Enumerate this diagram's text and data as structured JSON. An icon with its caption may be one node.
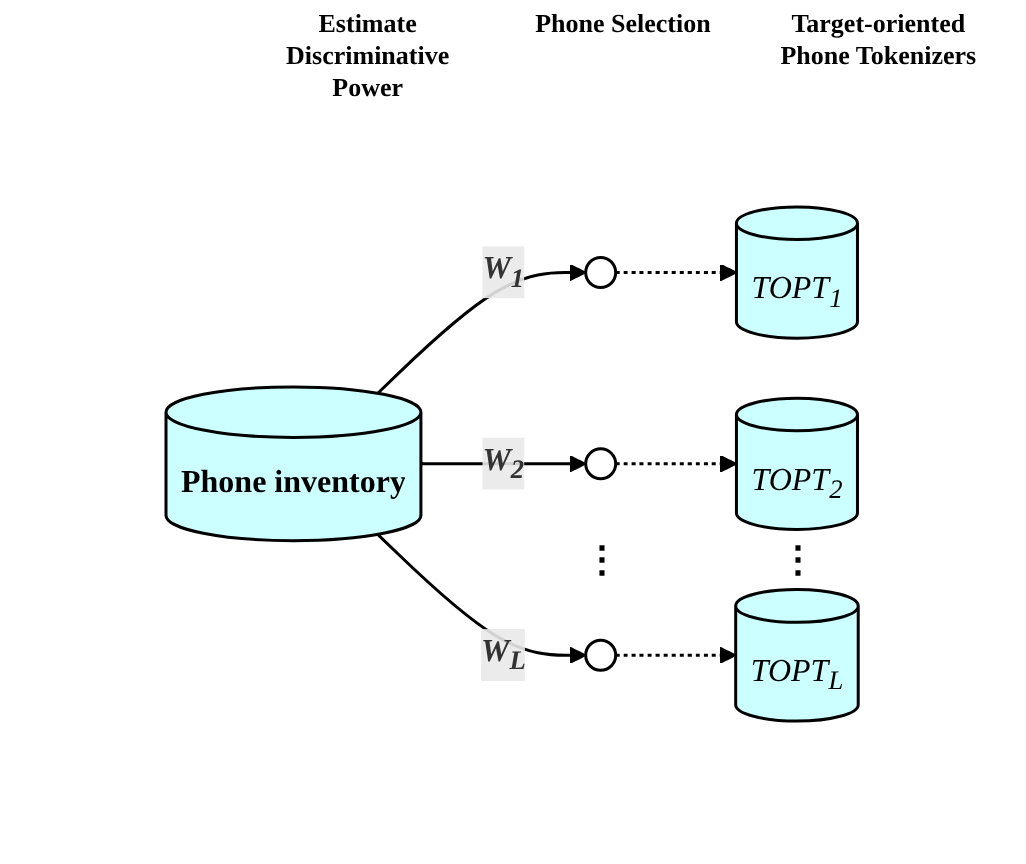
{
  "diagram": {
    "nodes": [
      {
        "text": [
          "Phone inventory"
        ]
      },
      {
        "text": [],
        "shape": "circle"
      },
      {
        "text": [
          "TOPT$_{1}$"
        ]
      },
      {
        "text": [],
        "shape": "circle"
      },
      {
        "text": [
          "TOPT$_{2}$"
        ]
      },
      {
        "text": [],
        "shape": "circle"
      },
      {
        "text": [
          "TOPT$_{L}$"
        ]
      }
    ],
    "edges": [
      {
        "from": 0,
        "to": 1,
        "arrow": "to",
        "label": "W$_{1}$"
      },
      {
        "from": 0,
        "to": 3,
        "arrow": "to",
        "label": "W$_{2}$"
      },
      {
        "from": 0,
        "to": 5,
        "arrow": "to",
        "label": "W$_{L}$"
      },
      {
        "from": 1,
        "to": 2,
        "arrow": "to",
        "style": "dashed"
      },
      {
        "from": 3,
        "to": 4,
        "arrow": "to",
        "style": "dashed"
      },
      {
        "from": 5,
        "to": 6,
        "arrow": "to",
        "style": "dashed"
      }
    ],
    "labels": [
      "Estimate Discriminative Power",
      "Phone Selection",
      "Target-oriented Phone Tokenizers",
      "⋮",
      "⋮"
    ]
  }
}
